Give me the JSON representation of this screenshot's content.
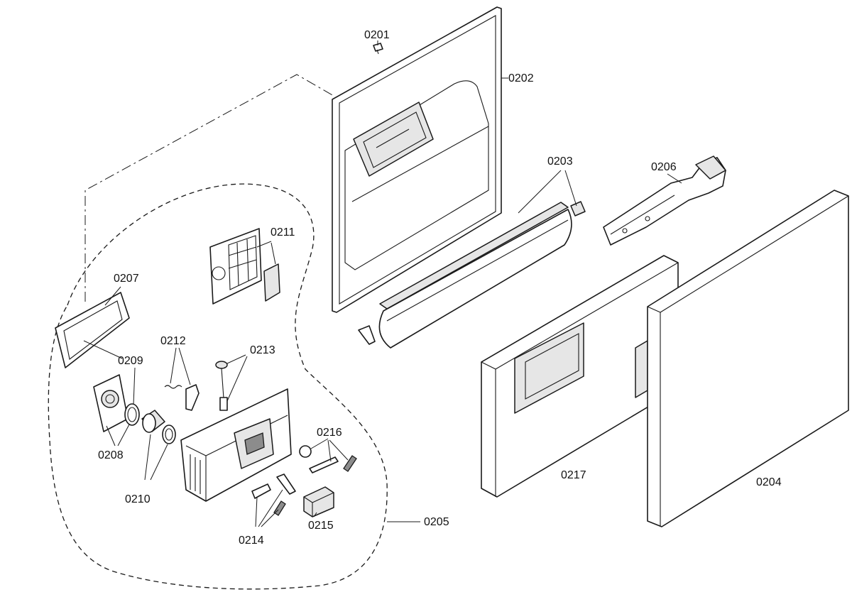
{
  "callouts": {
    "p0201": "0201",
    "p0202": "0202",
    "p0203": "0203",
    "p0204": "0204",
    "p0205": "0205",
    "p0206": "0206",
    "p0207": "0207",
    "p0208": "0208",
    "p0209": "0209",
    "p0210": "0210",
    "p0211": "0211",
    "p0212": "0212",
    "p0213": "0213",
    "p0214": "0214",
    "p0215": "0215",
    "p0216": "0216",
    "p0217": "0217"
  }
}
